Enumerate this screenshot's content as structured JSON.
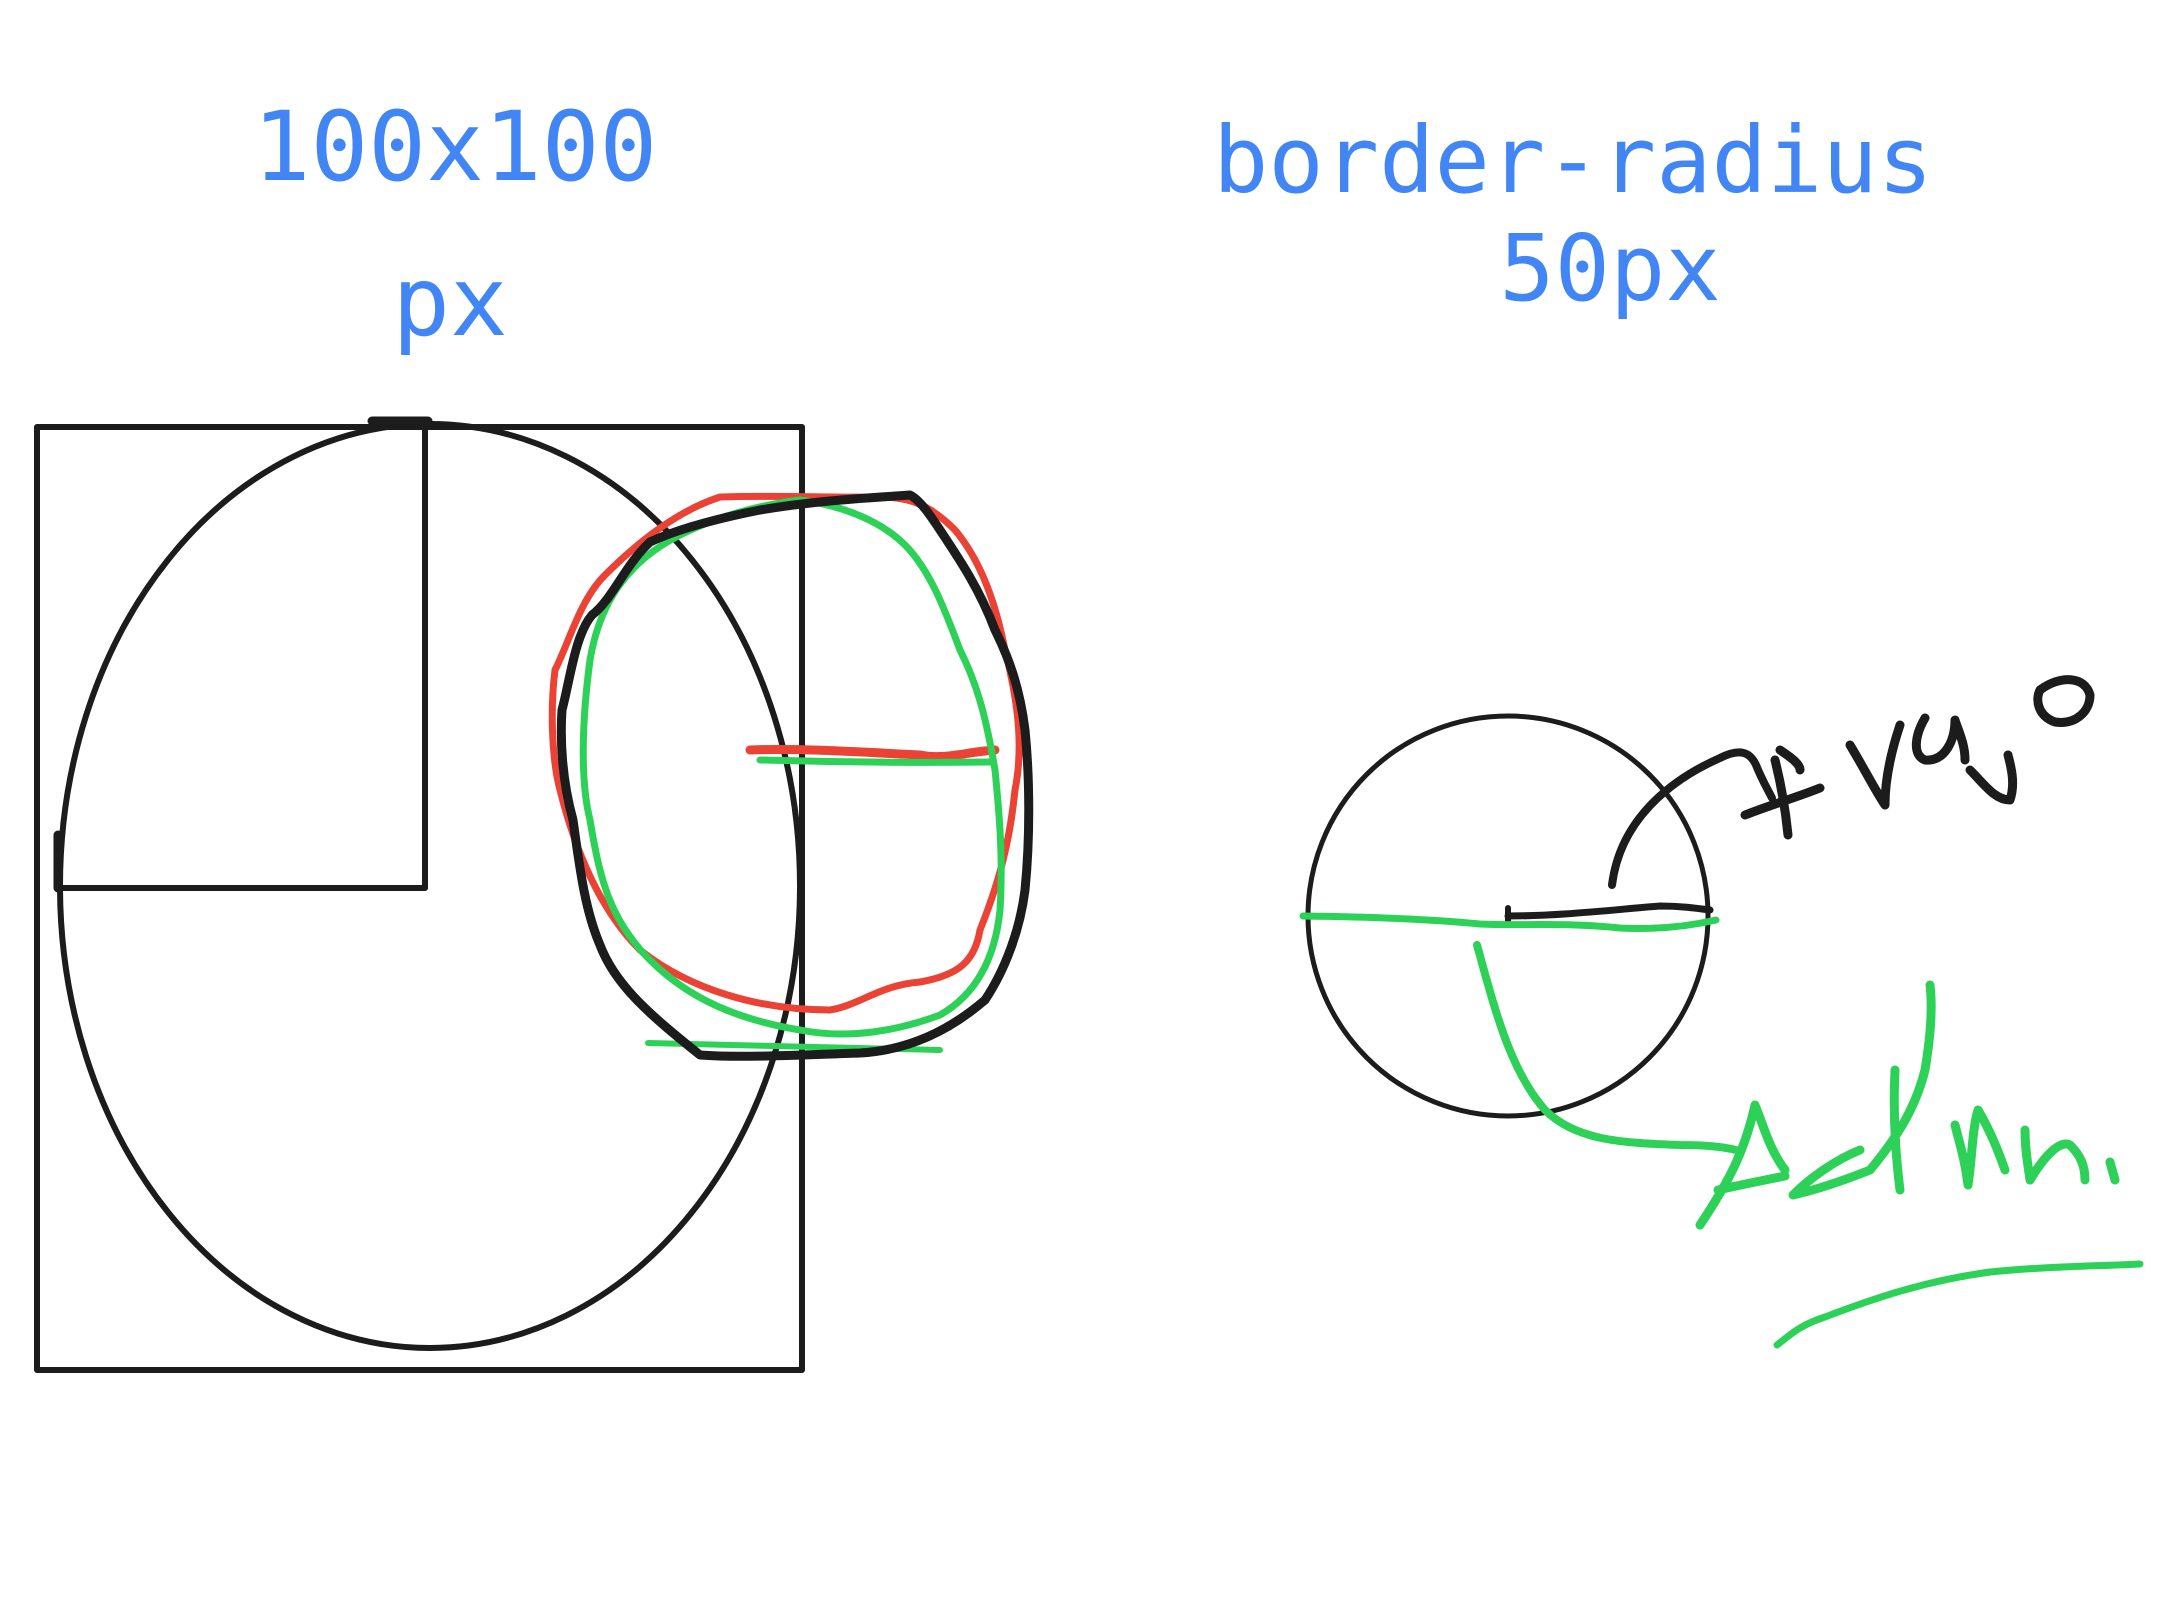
{
  "canvas": {
    "background": "#ffffff"
  },
  "colors": {
    "label_blue": "#4285f4",
    "ink_black": "#1c1c1c",
    "ink_red": "#ea4335",
    "ink_green": "#2ed158"
  },
  "labels": {
    "size_line1": "100x100",
    "size_line2": "px",
    "radius_line1": "border-radius",
    "radius_line2": "50px"
  }
}
